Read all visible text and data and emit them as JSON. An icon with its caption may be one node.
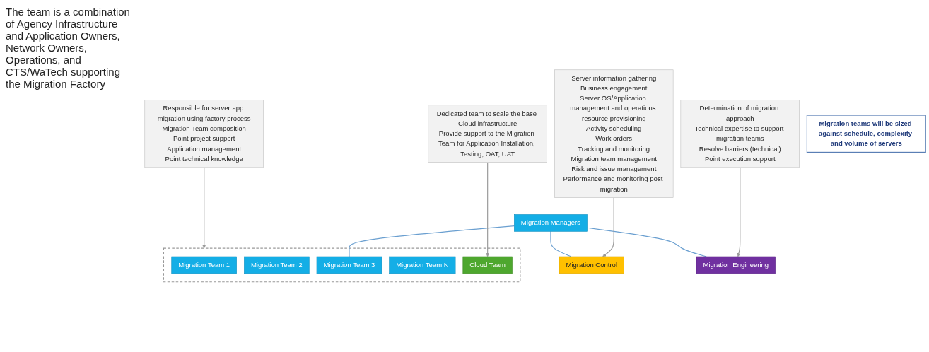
{
  "diagram": {
    "nodes": [
      {
        "text": [
          "Migration Managers"
        ]
      },
      {
        "text": [
          "Migration Control"
        ]
      },
      {
        "text": [
          "Migration Engineering"
        ]
      },
      {
        "text": [],
        "shape": "box"
      },
      {
        "text": [
          "Migration Team 1"
        ],
        "in": 3
      },
      {
        "text": [
          "Migration Team 2"
        ],
        "in": 3
      },
      {
        "text": [
          "Migration Team 3"
        ],
        "in": 3
      },
      {
        "text": [
          "Migration Team N"
        ],
        "in": 3
      },
      {
        "text": [
          "Cloud Team"
        ],
        "in": 3
      },
      {
        "text": [
          "Server information gathering",
          "Business engagement",
          "Server OS/Application management and operations resource provisioning",
          "Activity scheduling",
          "Work orders",
          "Tracking and monitoring",
          "Migration team management",
          "Risk and issue management",
          "Performance and monitoring post migration"
        ]
      },
      {
        "text": [
          "Determination of migration approach",
          "Technical expertise to support migration teams",
          "Resolve barriers (technical)",
          "Point execution support"
        ]
      },
      {
        "text": [
          "Dedicated team to scale the base Cloud infrastructure",
          "Provide support to the Migration Team for Application Installation, Testing, OAT, UAT"
        ]
      },
      {
        "text": [
          "Responsible for server app migration using factory process",
          "Migration Team composition",
          "Point project support",
          "Application management",
          "Point technical knowledge"
        ]
      },
      {
        "text": [
          "Migration teams will be sized against schedule, complexity and volume of servers"
        ]
      }
    ],
    "edges": [
      {
        "from": 0,
        "to": 1,
        "arrow": "none",
        "color": "#6a9fd0"
      },
      {
        "from": 0,
        "to": 2,
        "arrow": "none",
        "color": "#6a9fd0"
      },
      {
        "from": 0,
        "to": 6,
        "arrow": "none",
        "color": "#6a9fd0"
      },
      {
        "from": 9,
        "to": 1,
        "arrow": "to"
      },
      {
        "from": 10,
        "to": 2,
        "arrow": "to"
      },
      {
        "from": 11,
        "to": 8,
        "arrow": "to"
      },
      {
        "from": 12,
        "to": 3,
        "arrow": "to"
      }
    ],
    "labels": [
      "The team is a combination of Agency Infrastructure and Application Owners, Network Owners, Operations, and CTS/WaTech supporting the Migration Factory"
    ]
  }
}
